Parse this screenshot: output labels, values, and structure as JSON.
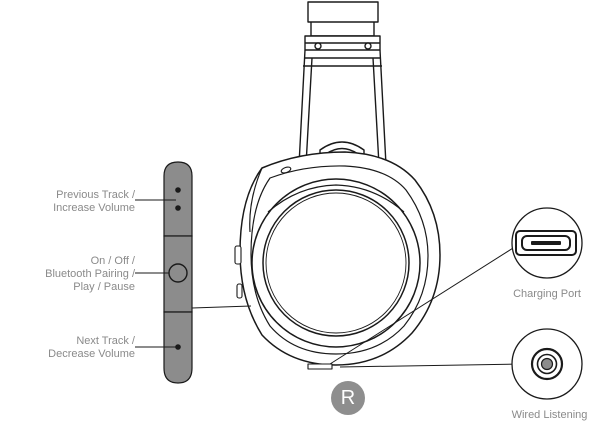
{
  "labels": {
    "previous_track": [
      "Previous Track /",
      "Increase Volume"
    ],
    "power": [
      "On / Off /",
      "Bluetooth Pairing /",
      "Play / Pause"
    ],
    "next_track": [
      "Next Track /",
      "Decrease Volume"
    ],
    "charging_port": "Charging Port",
    "wired_listening": "Wired Listening"
  },
  "side_badge": "R",
  "icons": {
    "headphone": "headphone-side-view-icon",
    "control_strip": "control-strip-icon",
    "charging_port": "usb-c-port-icon",
    "audio_jack": "audio-jack-icon"
  },
  "colors": {
    "line": "#1a1a1a",
    "label_text": "#8a8a8a",
    "strip_fill": "#8c8c8c",
    "badge_fill": "#8e8e8e"
  }
}
